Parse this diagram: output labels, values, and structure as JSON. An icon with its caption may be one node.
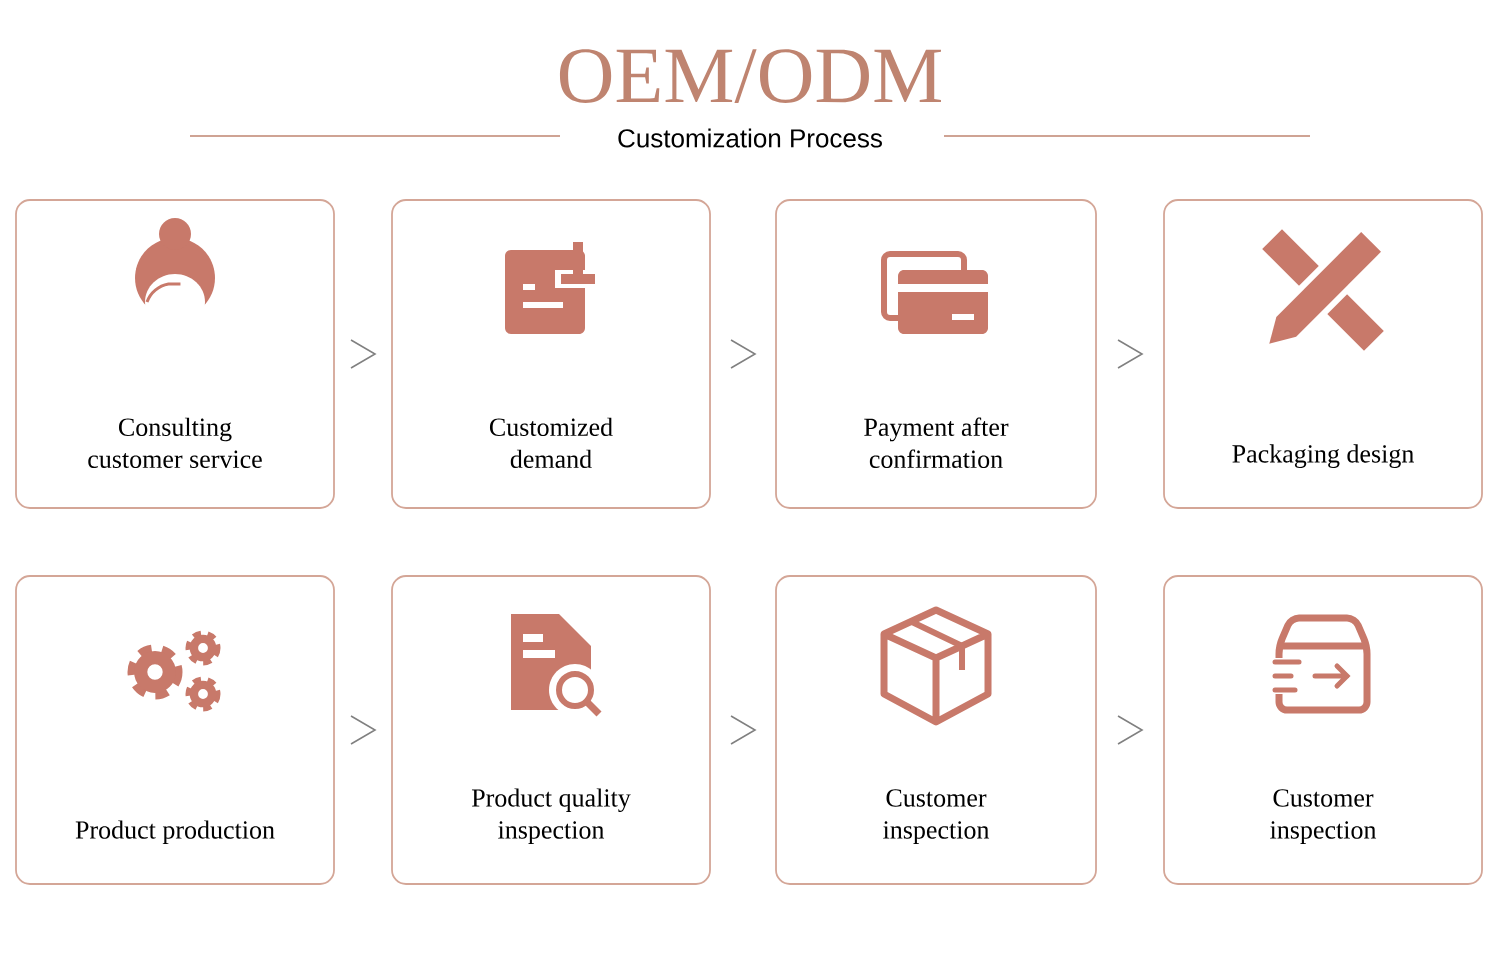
{
  "diagram": {
    "title": "OEM/ODM",
    "caption": "Customization Process",
    "nodes": [
      {
        "text": [
          "Consulting customer service"
        ]
      },
      {
        "text": [
          "Customized demand"
        ]
      },
      {
        "text": [
          "Payment after confirmation"
        ]
      },
      {
        "text": [
          "Packaging design"
        ]
      },
      {
        "text": [
          "Product production"
        ]
      },
      {
        "text": [
          "Product quality inspection"
        ]
      },
      {
        "text": [
          "Customer inspection"
        ]
      },
      {
        "text": [
          "Customer inspection"
        ]
      }
    ],
    "edges": [
      {
        "from": 0,
        "to": 1,
        "arrow": "to"
      },
      {
        "from": 1,
        "to": 2,
        "arrow": "to"
      },
      {
        "from": 2,
        "to": 3,
        "arrow": "to"
      },
      {
        "from": 4,
        "to": 5,
        "arrow": "to"
      },
      {
        "from": 5,
        "to": 6,
        "arrow": "to"
      },
      {
        "from": 6,
        "to": 7,
        "arrow": "to"
      }
    ]
  }
}
